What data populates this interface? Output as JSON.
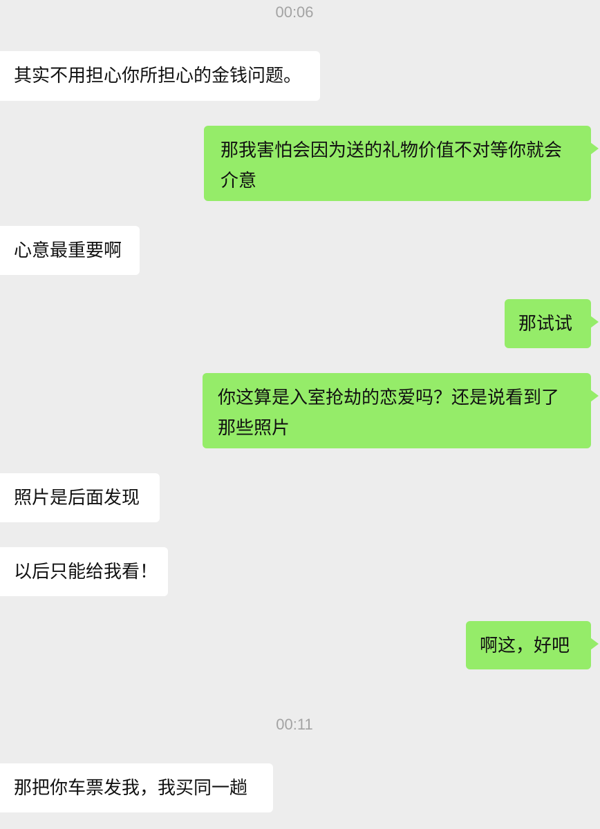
{
  "chat": {
    "timestamps": [
      "00:06",
      "00:11"
    ],
    "messages": [
      {
        "side": "in",
        "text": "其实不用担心你所担心的金钱问题。"
      },
      {
        "side": "out",
        "text": "那我害怕会因为送的礼物价值不对等你就会介意"
      },
      {
        "side": "in",
        "text": "心意最重要啊"
      },
      {
        "side": "out",
        "text": "那试试"
      },
      {
        "side": "out",
        "text": "你这算是入室抢劫的恋爱吗？还是说看到了那些照片"
      },
      {
        "side": "in",
        "text": "照片是后面发现"
      },
      {
        "side": "in",
        "text": "以后只能给我看！"
      },
      {
        "side": "out",
        "text": "啊这，好吧"
      },
      {
        "side": "in",
        "text": "那把你车票发我，我买同一趟"
      }
    ]
  },
  "colors": {
    "background": "#ededed",
    "incoming_bubble": "#ffffff",
    "outgoing_bubble": "#95ec69",
    "timestamp_text": "#a3a3a3"
  }
}
